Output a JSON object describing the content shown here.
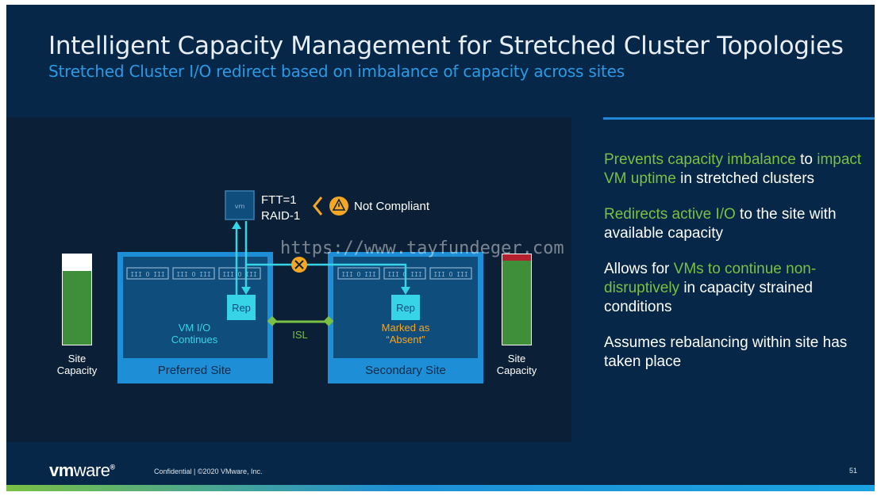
{
  "slide": {
    "title": "Intelligent Capacity Management for Stretched Cluster Topologies",
    "subtitle": "Stretched Cluster I/O redirect based on imbalance of capacity across sites"
  },
  "diagram": {
    "vm_label": "vm",
    "policy_ftt": "FTT=1",
    "policy_raid": "RAID-1",
    "compliance_text": "Not Compliant",
    "watermark": "https://www.tayfundeger.com",
    "preferred_site": {
      "name": "Preferred Site",
      "rep_label": "Rep",
      "status_line1": "VM I/O",
      "status_line2": "Continues",
      "capacity_line1": "Site",
      "capacity_line2": "Capacity",
      "capacity_used_fraction": 0.82
    },
    "secondary_site": {
      "name": "Secondary Site",
      "rep_label": "Rep",
      "status_line1": "Marked as",
      "status_line2": "“Absent”",
      "capacity_line1": "Site",
      "capacity_line2": "Capacity",
      "capacity_used_fraction": 1.0
    },
    "isl_label": "ISL",
    "host_label": "III O III"
  },
  "bullets": [
    {
      "parts": [
        {
          "text": "Prevents capacity imbalance",
          "hl": true
        },
        {
          "text": " to ",
          "hl": false
        },
        {
          "text": "impact VM uptime",
          "hl": true
        },
        {
          "text": " in stretched clusters",
          "hl": false
        }
      ]
    },
    {
      "parts": [
        {
          "text": "Redirects active I/O",
          "hl": true
        },
        {
          "text": " to the site with available capacity",
          "hl": false
        }
      ]
    },
    {
      "parts": [
        {
          "text": "Allows for ",
          "hl": false
        },
        {
          "text": "VMs to continue non-disruptively",
          "hl": true
        },
        {
          "text": " in capacity strained conditions",
          "hl": false
        }
      ]
    },
    {
      "parts": [
        {
          "text": "Assumes rebalancing within site has taken place",
          "hl": false
        }
      ]
    }
  ],
  "footer": {
    "logo_bold": "vm",
    "logo_light": "ware",
    "logo_mark": "®",
    "confidential": "Confidential   |   ©2020 VMware, Inc.",
    "page_number": "51"
  },
  "colors": {
    "background": "#062747",
    "accent_blue": "#2b9ae6",
    "highlight_green": "#7ac043",
    "site_box": "#1e8fd6",
    "io_line": "#36d4e6",
    "warning_orange": "#f5a623",
    "capacity_green": "#3e8e3a",
    "capacity_red": "#b3202e"
  }
}
